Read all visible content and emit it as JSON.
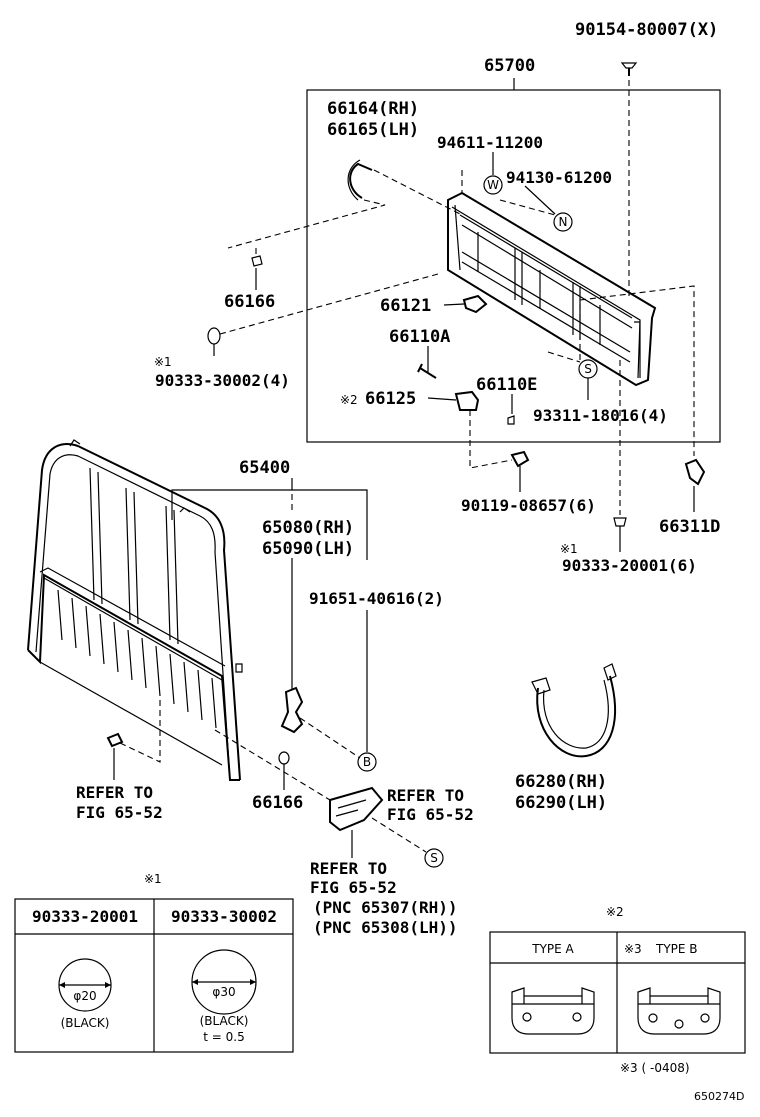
{
  "diagram_code": "650274D",
  "callouts": {
    "screw_top": "90154-80007(X)",
    "assembly_65700": "65700",
    "hook_66164": "66164(RH)",
    "hook_66165": "66165(LH)",
    "bolt_94611": "94611-11200",
    "nut_94130": "94130-61200",
    "pad_66166_top": "66166",
    "bracket_66121": "66121",
    "pin_66110A": "66110A",
    "clip_66110E": "66110E",
    "plate_66125": "66125",
    "screw_93311": "93311-18016(4)",
    "plug_90333_30002": "90333-30002(4)",
    "bolt_90119": "90119-08657(6)",
    "clamp_66311D": "66311D",
    "plug_90333_20001": "90333-20001(6)",
    "assembly_65400": "65400",
    "hook_65080": "65080(RH)",
    "hook_65090": "65090(LH)",
    "bolt_91651": "91651-40616(2)",
    "pad_66166_bottom": "66166",
    "refer_left_1": "REFER TO",
    "refer_left_2": "FIG 65-52",
    "refer_mid_1": "REFER TO",
    "refer_mid_2": "FIG 65-52",
    "refer_bottom_1": "REFER TO",
    "refer_bottom_2": "FIG 65-52",
    "refer_bottom_3": "(PNC 65307(RH))",
    "refer_bottom_4": "(PNC 65308(LH))",
    "loop_66280": "66280(RH)",
    "loop_66290": "66290(LH)"
  },
  "notes": {
    "n1": "※1",
    "n2": "※2",
    "n3": "※3",
    "n1_table_mark": "※1",
    "n2_table_mark": "※2",
    "range_note": "※3 (    -0408)"
  },
  "circle_marks": {
    "w": "W",
    "n": "N",
    "s_top": "S",
    "b": "B",
    "s_bottom": "S"
  },
  "table_plug": {
    "col1_header": "90333-20001",
    "col2_header": "90333-30002",
    "col1_dia": "φ20",
    "col2_dia": "φ30",
    "col1_color": "(BLACK)",
    "col2_color": "(BLACK)",
    "col2_thickness": "t = 0.5"
  },
  "table_type": {
    "col1_header": "TYPE A",
    "col2_mark": "※3",
    "col2_header": "TYPE B"
  }
}
